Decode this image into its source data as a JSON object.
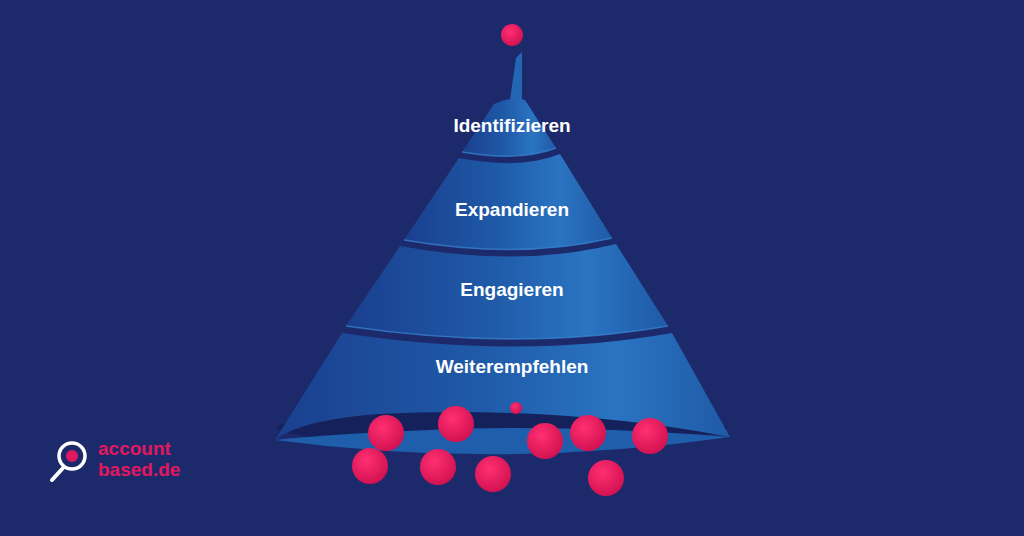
{
  "diagram": {
    "nodes": [
      {
        "text": [
          "Identifizieren"
        ]
      },
      {
        "text": [
          "Expandieren"
        ]
      },
      {
        "text": [
          "Engagieren"
        ]
      },
      {
        "text": [
          "Weiterempfehlen"
        ]
      }
    ],
    "labels": [
      "account based.de"
    ]
  }
}
